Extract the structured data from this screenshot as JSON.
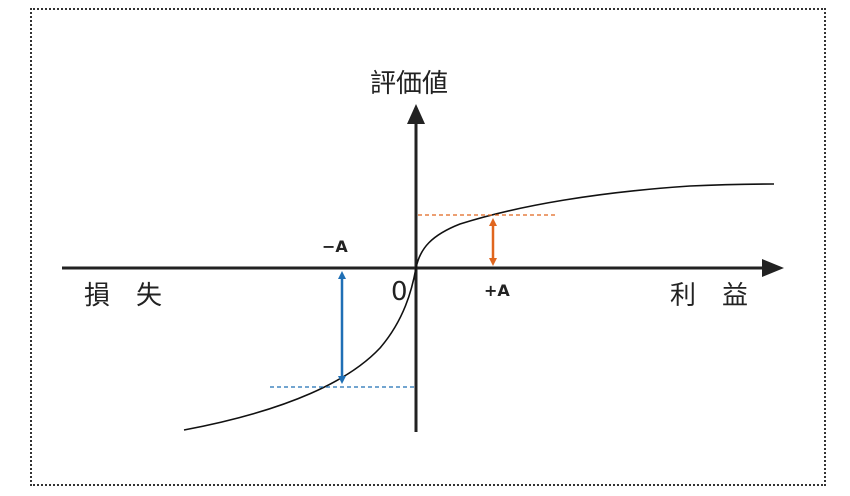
{
  "labels": {
    "y_axis": "評価値",
    "loss": "損　失",
    "profit": "利　益",
    "origin": "0",
    "minus_a": "−A",
    "plus_a": "+A"
  },
  "colors": {
    "axis": "#222222",
    "curve": "#111111",
    "gain_marker": "#e0661e",
    "loss_marker": "#1f6fb5"
  },
  "icons": {
    "x_axis_head": "arrow-right-icon",
    "y_axis_head": "arrow-up-icon"
  }
}
